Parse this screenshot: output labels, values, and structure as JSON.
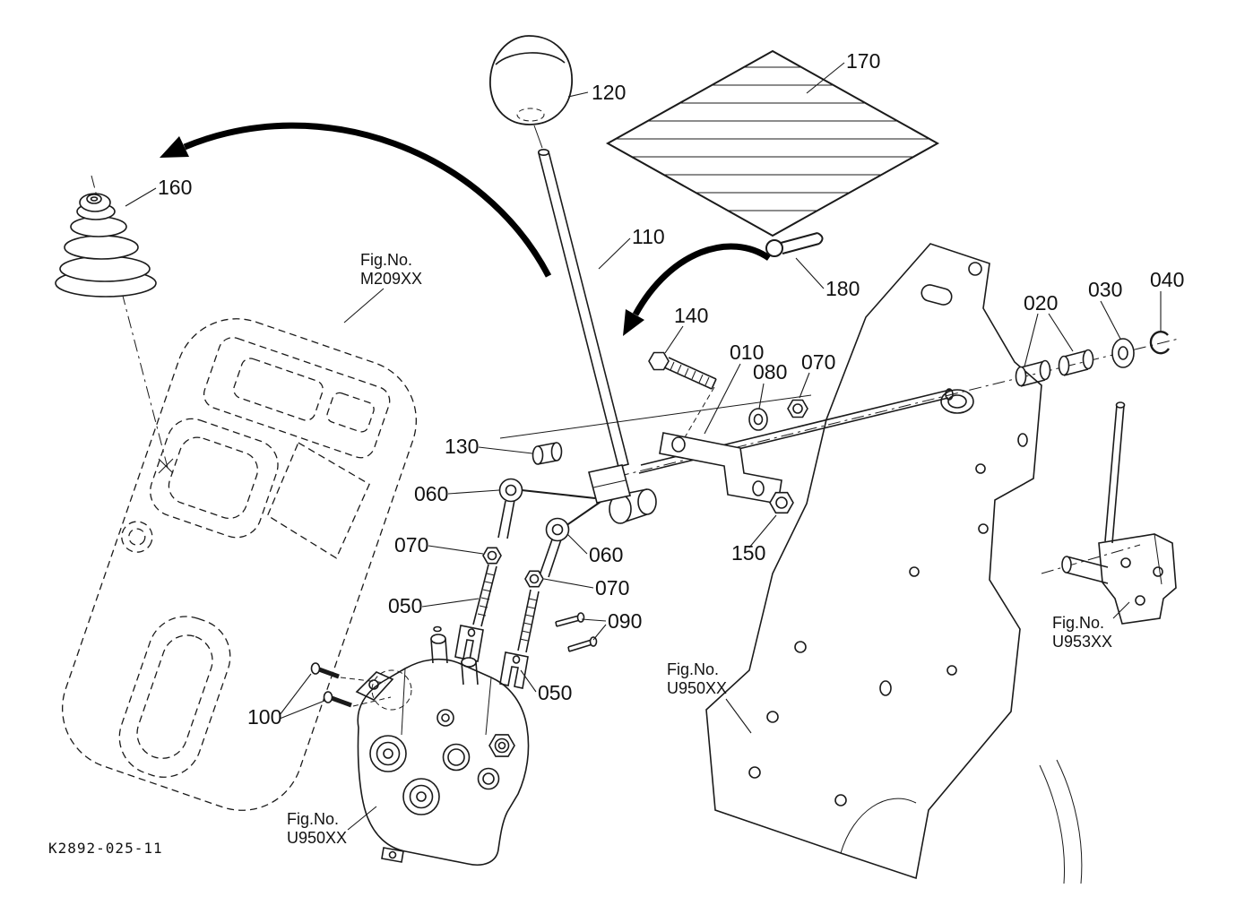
{
  "diagram": {
    "drawing_code": "K2892-025-11",
    "parts": {
      "p010": "010",
      "p020": "020",
      "p030": "030",
      "p040": "040",
      "p050_left": "050",
      "p050_right": "050",
      "p060_left": "060",
      "p060_right": "060",
      "p070_upper": "070",
      "p070_left": "070",
      "p070_right": "070",
      "p080": "080",
      "p090": "090",
      "p100": "100",
      "p110": "110",
      "p120": "120",
      "p130": "130",
      "p140": "140",
      "p150": "150",
      "p160": "160",
      "p170": "170",
      "p180": "180"
    },
    "fig_refs": {
      "m209xx": {
        "line1": "Fig.No.",
        "line2": "M209XX"
      },
      "u950xx_frame": {
        "line1": "Fig.No.",
        "line2": "U950XX"
      },
      "u953xx": {
        "line1": "Fig.No.",
        "line2": "U953XX"
      },
      "u950xx_valve": {
        "line1": "Fig.No.",
        "line2": "U950XX"
      }
    }
  }
}
